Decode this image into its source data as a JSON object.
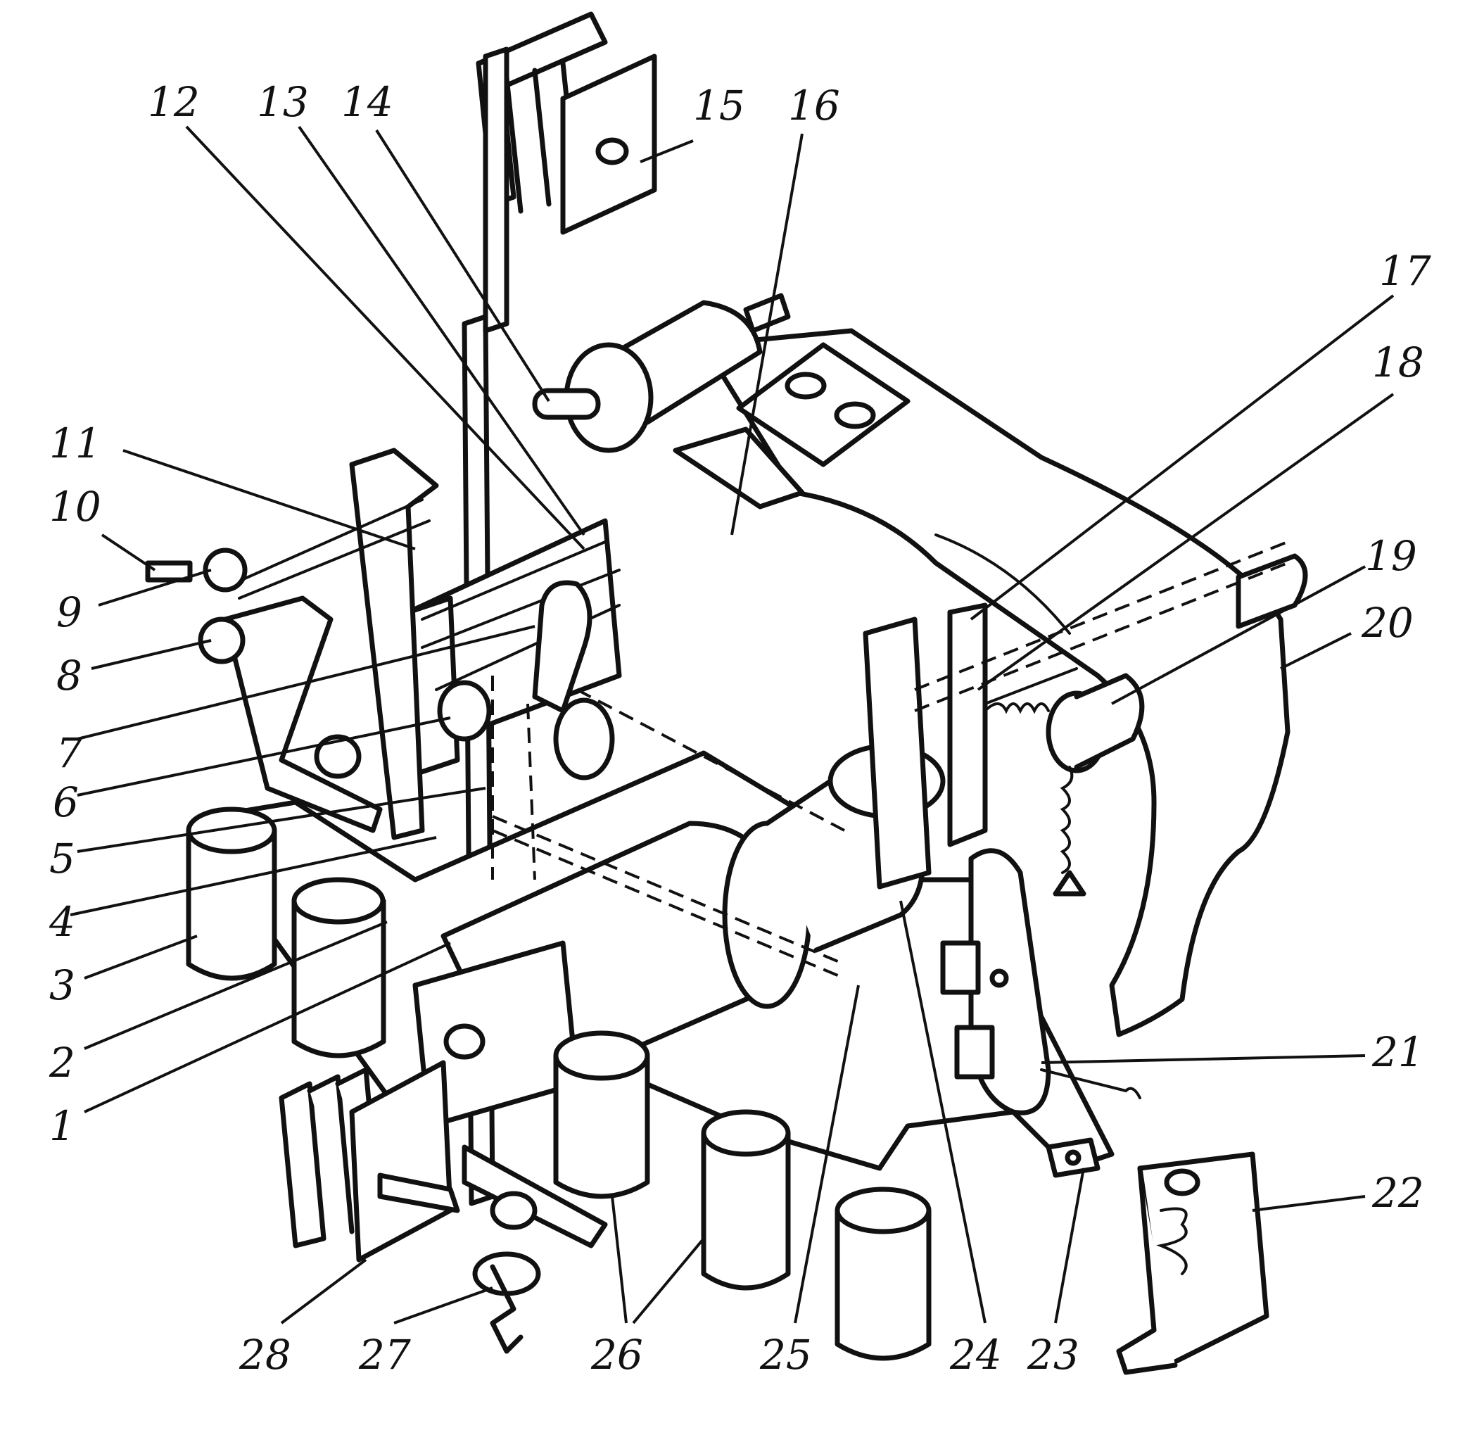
{
  "colors": {
    "ink": "#111111",
    "paper": "#ffffff"
  },
  "callouts": {
    "n1": "1",
    "n2": "2",
    "n3": "3",
    "n4": "4",
    "n5": "5",
    "n6": "6",
    "n7": "7",
    "n8": "8",
    "n9": "9",
    "n10": "10",
    "n11": "11",
    "n12": "12",
    "n13": "13",
    "n14": "14",
    "n15": "15",
    "n16": "16",
    "n17": "17",
    "n18": "18",
    "n19": "19",
    "n20": "20",
    "n21": "21",
    "n22": "22",
    "n23": "23",
    "n24": "24",
    "n25": "25",
    "n26": "26",
    "n27": "27",
    "n28": "28"
  }
}
